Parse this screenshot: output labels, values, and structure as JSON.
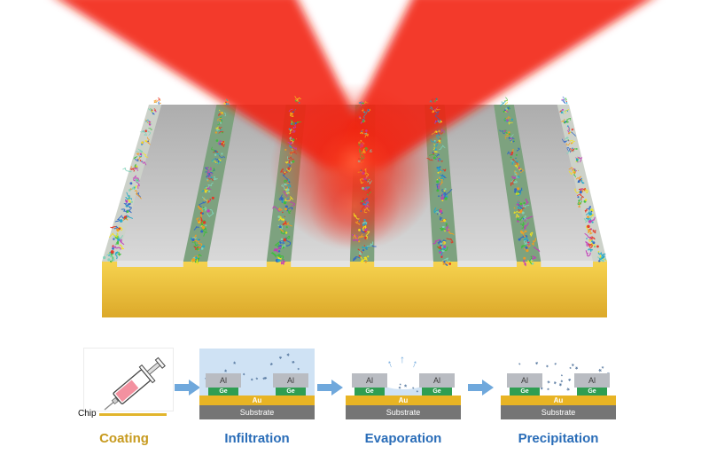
{
  "process": {
    "chip_label": "Chip",
    "steps": [
      {
        "label": "Coating",
        "color": "#c79a1e"
      },
      {
        "label": "Infiltration",
        "color": "#2a6db8"
      },
      {
        "label": "Evaporation",
        "color": "#2a6db8"
      },
      {
        "label": "Precipitation",
        "color": "#2a6db8"
      }
    ],
    "layers": {
      "al": "Al",
      "ge": "Ge",
      "au": "Au",
      "substrate": "Substrate"
    }
  },
  "icons": {
    "up_arrow": "↑"
  },
  "colors": {
    "beam": "#f1200f",
    "gold_front_top": "#f6d34f",
    "gold_front_bottom": "#dca92a",
    "top_base": "#cdd2ca",
    "groove_green": "#6f9a72",
    "al_stripe_light": "#d9d9d9",
    "al_stripe_dark": "#adadad",
    "solution": "#cfe2f4",
    "arrow": "#6fa8dc",
    "al_block": "#b9bcc2",
    "ge_block": "#2f9e52",
    "au_layer": "#e8b424",
    "substrate": "#757575",
    "chip_gold": "#e2b52c",
    "molecule_palette": [
      "#e63322",
      "#f59b1e",
      "#f5e31a",
      "#3bbf3a",
      "#1fa7c9",
      "#2e64c8",
      "#c238b8",
      "#7fd1b9"
    ]
  }
}
